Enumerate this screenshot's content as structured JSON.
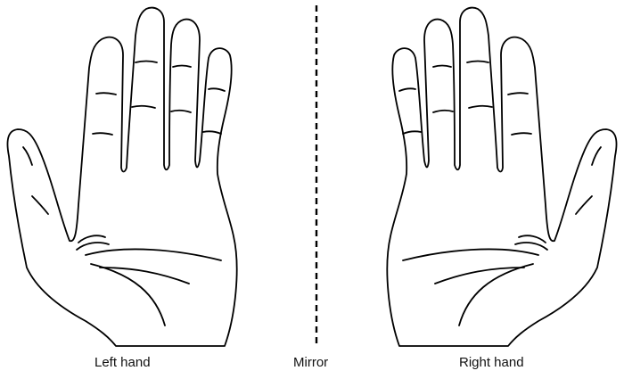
{
  "labels": {
    "left": "Left hand",
    "mirror": "Mirror",
    "right": "Right hand"
  },
  "figure": {
    "subject": "mirror symmetry of left and right hands",
    "line_color": "#000000",
    "background": "#ffffff",
    "mirror_line_style": "dashed"
  }
}
